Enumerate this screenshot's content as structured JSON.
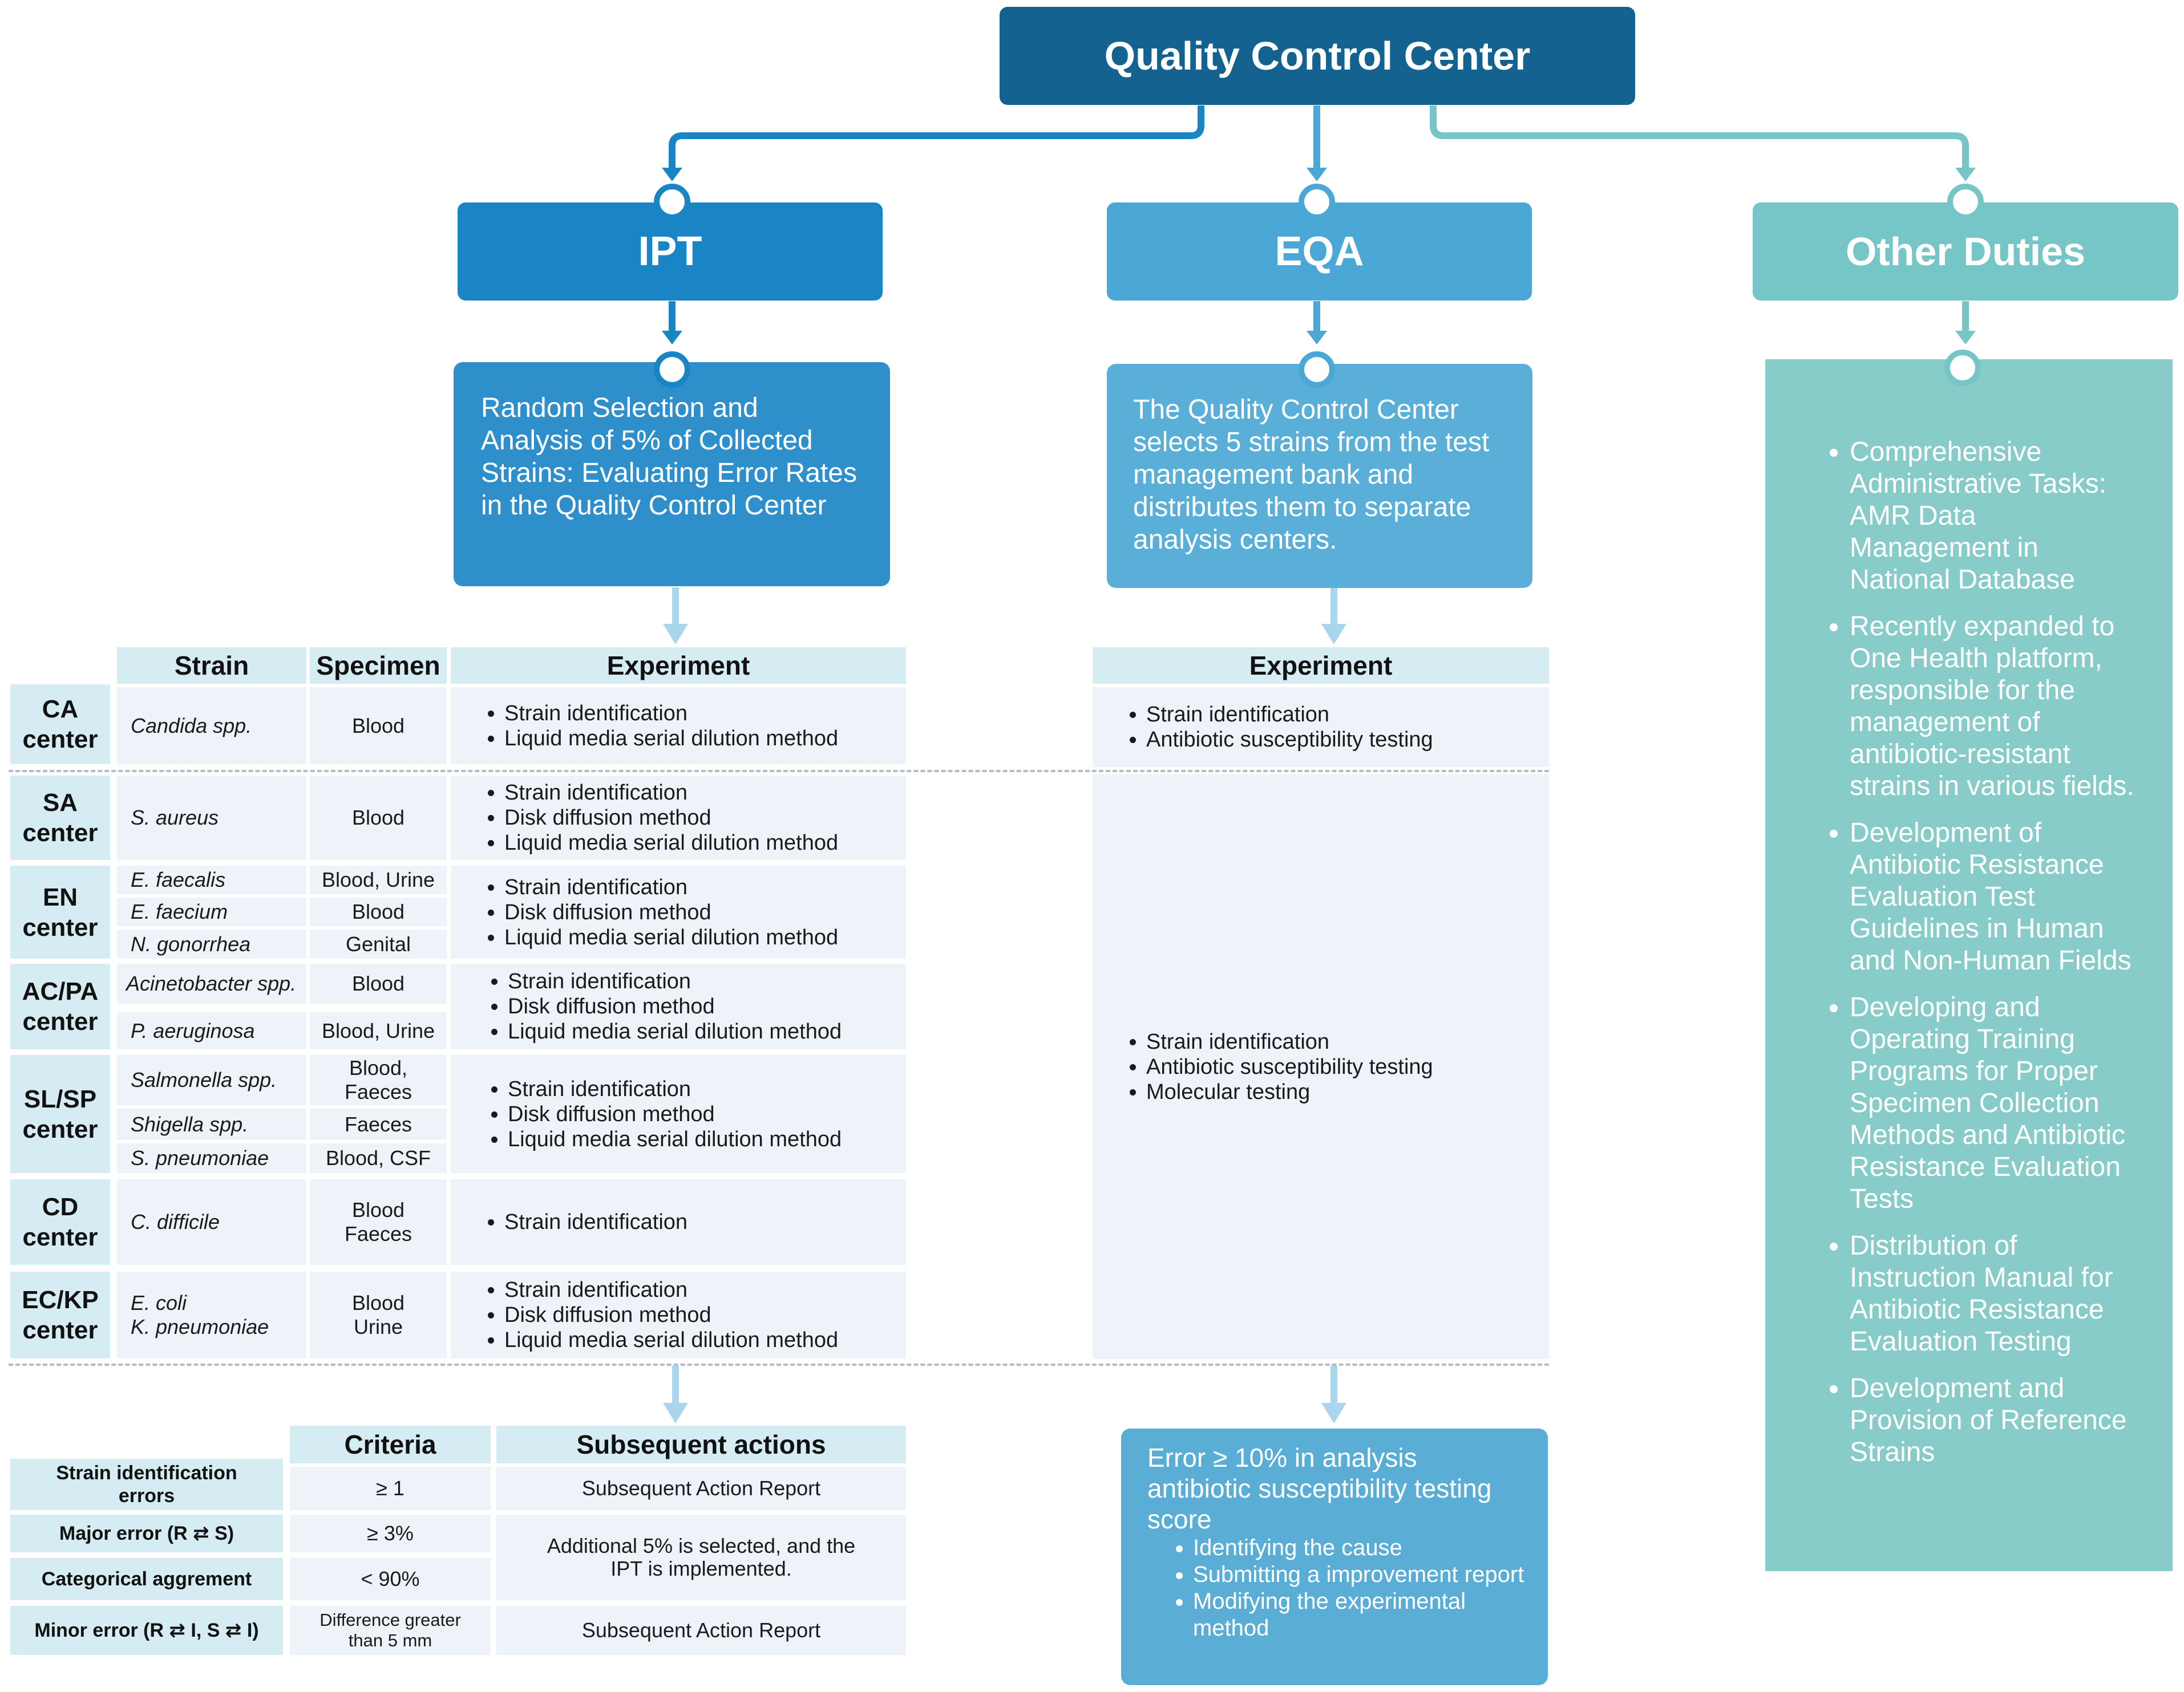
{
  "title": "Quality Control Center",
  "branches": {
    "ipt": {
      "label": "IPT",
      "description": "Random Selection and Analysis of 5% of Collected Strains: Evaluating Error Rates in the Quality Control Center"
    },
    "eqa": {
      "label": "EQA",
      "description": "The Quality Control Center selects 5 strains from the test management bank and distributes them to separate analysis centers."
    },
    "other": {
      "label": "Other Duties",
      "items": [
        "Comprehensive Administrative Tasks: AMR Data Management in National Database",
        "Recently expanded to One Health platform, responsible for the management of antibiotic-resistant strains in various fields.",
        "Development of Antibiotic Resistance Evaluation Test Guidelines in Human and Non-Human Fields",
        "Developing and Operating Training Programs for  Proper Specimen Collection Methods and Antibiotic Resistance Evaluation Tests",
        "Distribution of Instruction Manual for Antibiotic Resistance Evaluation Testing",
        "Development and Provision of Reference Strains"
      ]
    }
  },
  "ipt_table": {
    "headers": {
      "strain": "Strain",
      "specimen": "Specimen",
      "experiment": "Experiment"
    },
    "centers": {
      "ca": {
        "label1": "CA",
        "label2": "center",
        "rows": [
          {
            "strain": "Candida spp.",
            "specimen": "Blood"
          }
        ],
        "experiments": [
          "Strain identification",
          "Liquid media serial dilution method"
        ]
      },
      "sa": {
        "label1": "SA",
        "label2": "center",
        "rows": [
          {
            "strain": "S. aureus",
            "specimen": "Blood"
          }
        ],
        "experiments": [
          "Strain identification",
          "Disk diffusion method",
          "Liquid media serial dilution method"
        ]
      },
      "en": {
        "label1": "EN",
        "label2": "center",
        "rows": [
          {
            "strain": "E. faecalis",
            "specimen": "Blood, Urine"
          },
          {
            "strain": "E. faecium",
            "specimen": "Blood"
          },
          {
            "strain": "N. gonorrhea",
            "specimen": "Genital"
          }
        ],
        "experiments": [
          "Strain identification",
          "Disk diffusion method",
          "Liquid media serial dilution method"
        ]
      },
      "acpa": {
        "label1": "AC/PA",
        "label2": "center",
        "rows": [
          {
            "strain": "Acinetobacter spp.",
            "specimen": "Blood"
          },
          {
            "strain": "P. aeruginosa",
            "specimen": "Blood, Urine"
          }
        ],
        "experiments": [
          "Strain identification",
          "Disk diffusion method",
          "Liquid media serial dilution method"
        ]
      },
      "slsp": {
        "label1": "SL/SP",
        "label2": "center",
        "rows": [
          {
            "strain": "Salmonella spp.",
            "specimen1": "Blood,",
            "specimen2": "Faeces"
          },
          {
            "strain": "Shigella spp.",
            "specimen": "Faeces"
          },
          {
            "strain": "S. pneumoniae",
            "specimen": "Blood, CSF"
          }
        ],
        "experiments": [
          "Strain identification",
          "Disk diffusion method",
          "Liquid media serial dilution method"
        ]
      },
      "cd": {
        "label1": "CD",
        "label2": "center",
        "rows": [
          {
            "strain": "C. difficile",
            "specimen1": "Blood",
            "specimen2": "Faeces"
          }
        ],
        "experiments": [
          "Strain identification"
        ]
      },
      "eckp": {
        "label1": "EC/KP",
        "label2": "center",
        "rows": [
          {
            "strain1": "E. coli",
            "strain2": "K. pneumoniae",
            "specimen1": "Blood",
            "specimen2": "Urine"
          }
        ],
        "experiments": [
          "Strain identification",
          "Disk diffusion method",
          "Liquid media serial dilution method"
        ]
      }
    }
  },
  "eqa_table": {
    "header": "Experiment",
    "ca_experiments": [
      "Strain identification",
      "Antibiotic susceptibility testing"
    ],
    "other_experiments": [
      "Strain identification",
      "Antibiotic susceptibility testing",
      "Molecular testing"
    ]
  },
  "criteria_table": {
    "headers": {
      "criteria": "Criteria",
      "actions": "Subsequent actions"
    },
    "rows": [
      {
        "label": "Strain identification errors",
        "criteria": "≥ 1",
        "action": "Subsequent Action Report"
      },
      {
        "label": "Major error (R ⇄ S)",
        "criteria": "≥ 3%"
      },
      {
        "label": "Categorical aggrement",
        "criteria": "< 90%"
      },
      {
        "label": "Minor error (R ⇄ I, S ⇄ I)",
        "criteria": "Difference greater than 5 mm",
        "action": "Subsequent Action Report"
      }
    ],
    "merged_action": "Additional 5% is selected, and the IPT is implemented."
  },
  "eqa_error": {
    "title": "Error ≥ 10% in analysis antibiotic susceptibility testing score",
    "actions": [
      "Identifying the cause",
      "Submitting a improvement report",
      "Modifying the experimental method"
    ]
  },
  "colors": {
    "qcc": "#13628f",
    "ipt": "#1a85c4",
    "ipt_desc": "#2f8fcb",
    "eqa": "#4ba8d6",
    "eqa_desc": "#5aafd9",
    "other": "#76c6c8",
    "other_panel": "#88ccc9",
    "table_header": "#d6ecf3",
    "table_cell": "#eef3f9"
  }
}
